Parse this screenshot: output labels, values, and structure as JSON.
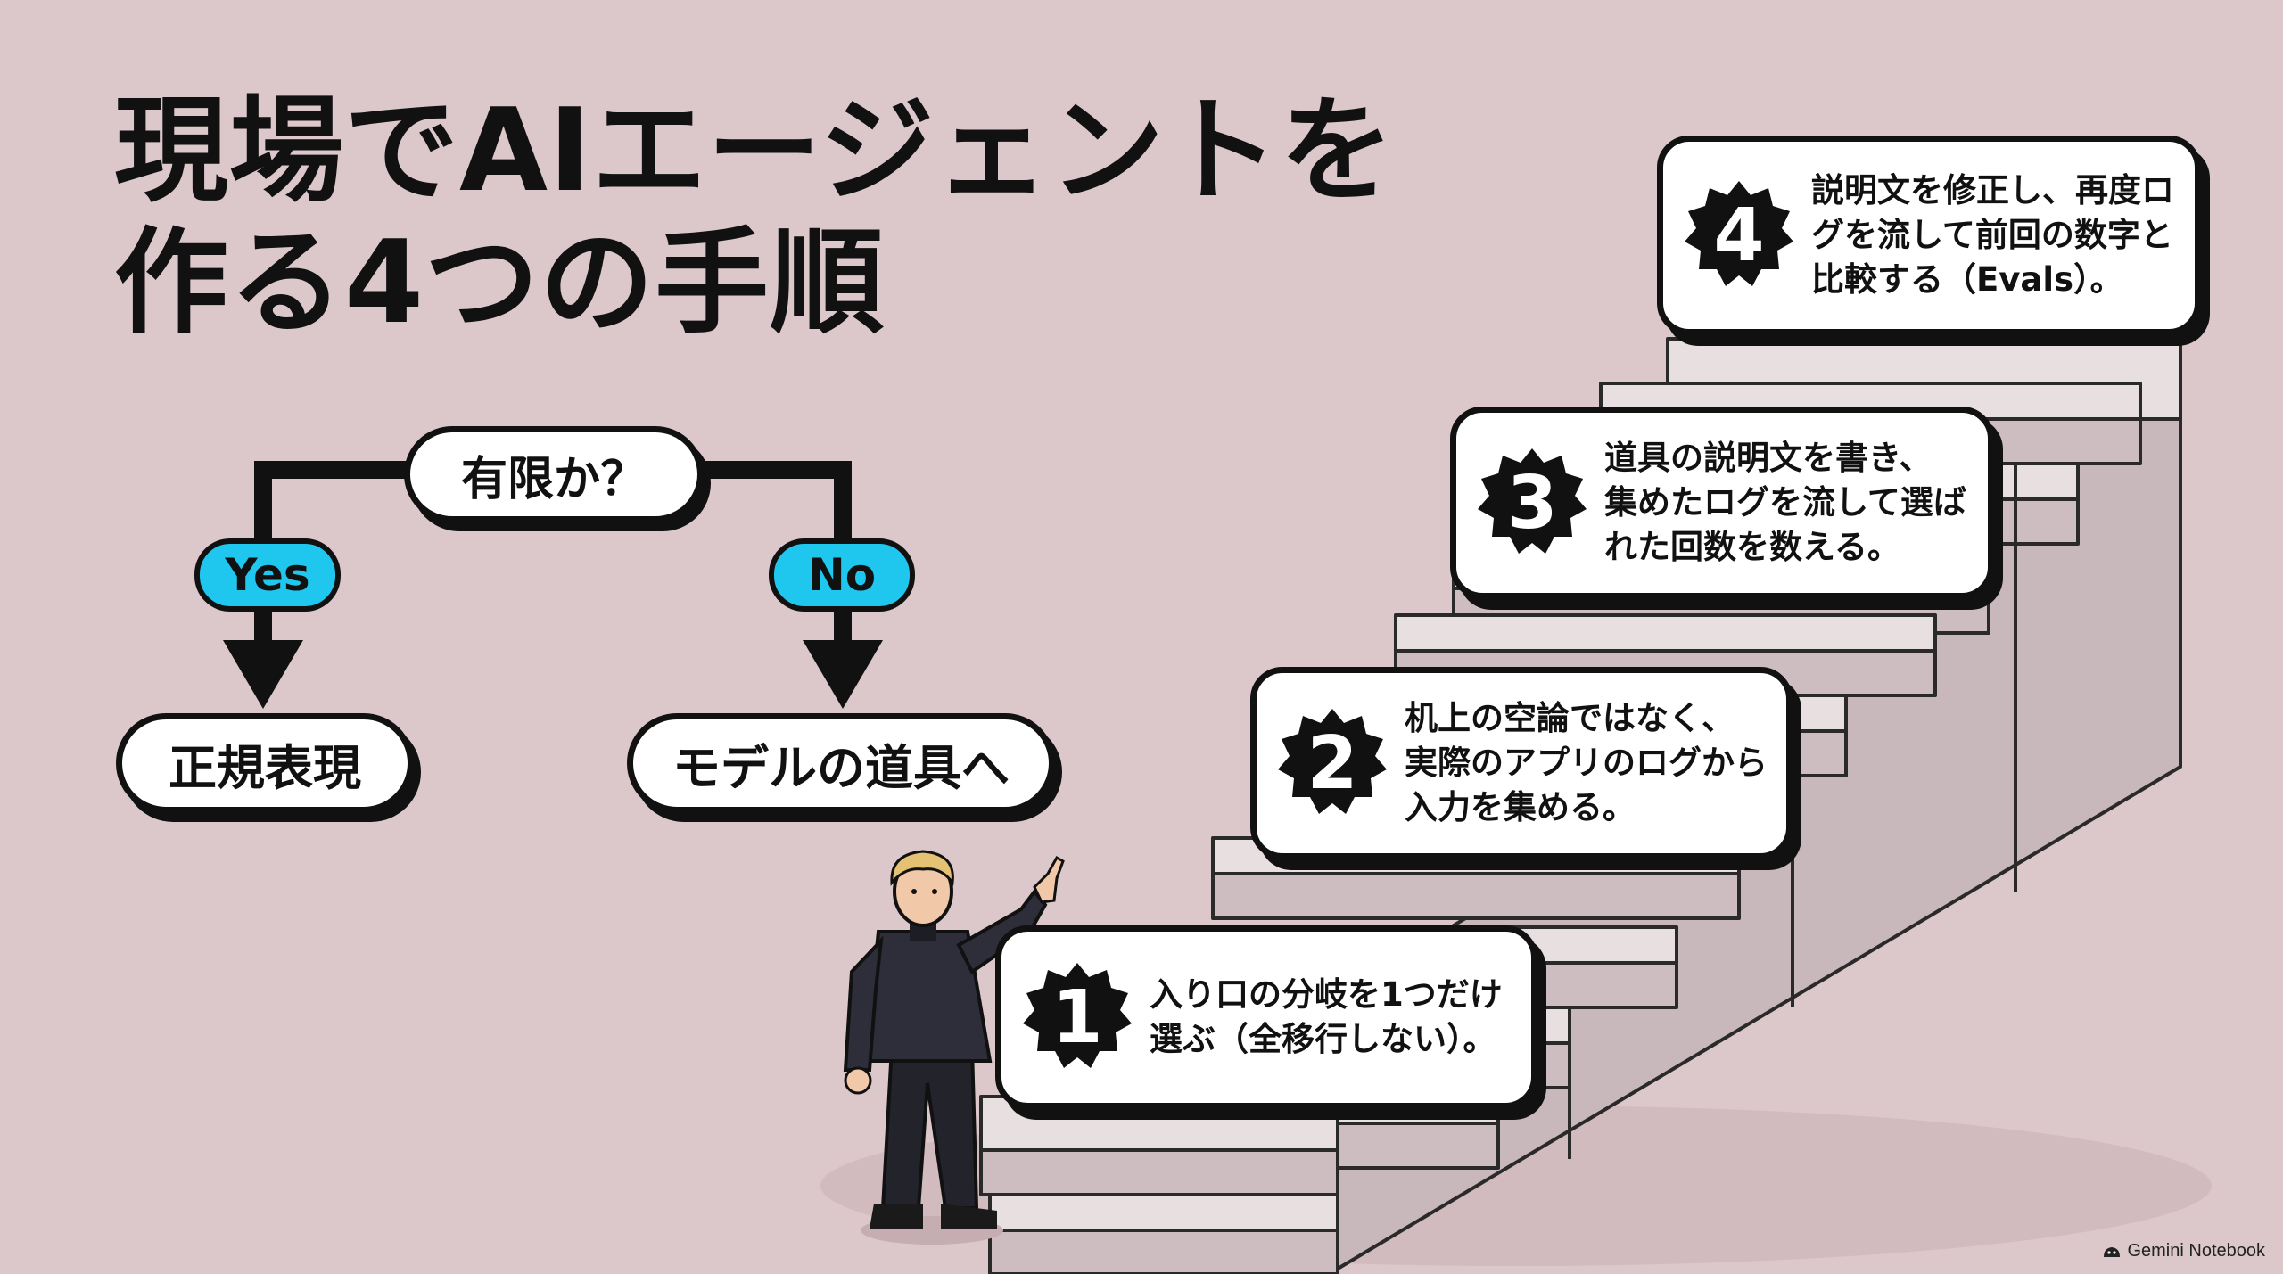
{
  "title": {
    "line1": "現場でAIエージェントを",
    "line2": "作る4つの手順"
  },
  "flowchart": {
    "question": "有限か？",
    "yes_label": "Yes",
    "no_label": "No",
    "yes_result": "正規表現",
    "no_result": "モデルの道具へ"
  },
  "steps": [
    {
      "number": "1",
      "lines": [
        "入り口の分岐を1つだけ",
        "選ぶ（全移行しない）。"
      ]
    },
    {
      "number": "2",
      "lines": [
        "机上の空論ではなく、",
        "実際のアプリのログから",
        "入力を集める。"
      ]
    },
    {
      "number": "3",
      "lines": [
        "道具の説明文を書き、",
        "集めたログを流して選ば",
        "れた回数を数える。"
      ]
    },
    {
      "number": "4",
      "lines": [
        "説明文を修正し、再度ロ",
        "グを流して前回の数字と",
        "比較する（Evals）。"
      ]
    }
  ],
  "brand": {
    "name": "Gemini Notebook",
    "icon": "gemini-notebook-icon"
  },
  "colors": {
    "background": "#dcc8cb",
    "accent_cyan": "#1fc7ee",
    "ink": "#111111",
    "card": "#ffffff",
    "stair_tread": "#e6dcde",
    "stair_riser": "#c9b8bc"
  }
}
